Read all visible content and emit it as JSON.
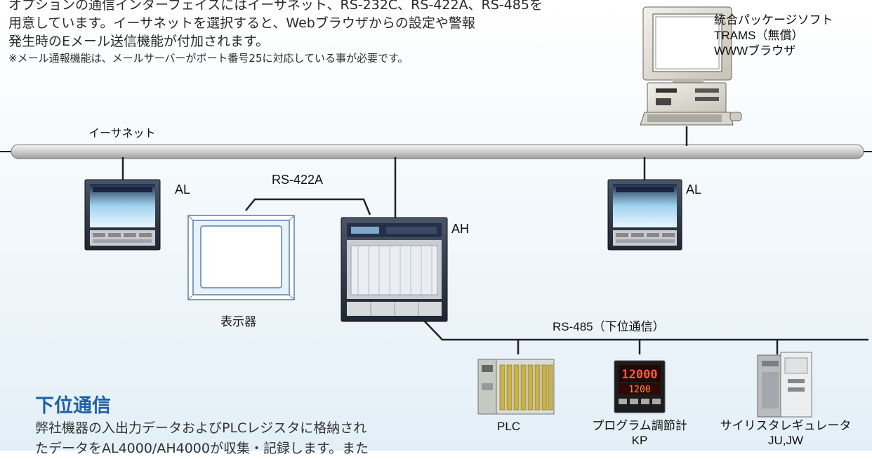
{
  "intro": {
    "line1": "オプションの通信インターフェイスにはイーサネット、RS-232C、RS-422A、RS-485を",
    "line2": "用意しています。イーサネットを選択すると、Webブラウザからの設定や警報",
    "line3": "発生時のEメール送信機能が付加されます。",
    "note": "※メール通報機能は、メールサーバーがポート番号25に対応している事が必要です。"
  },
  "pc": {
    "line1": "統合パッケージソフト",
    "line2": "TRAMS（無償）",
    "line3": "WWWブラウザ"
  },
  "network": {
    "ethernet": "イーサネット",
    "rs422": "RS-422A",
    "rs485": "RS-485（下位通信）"
  },
  "devices": {
    "al_left": "AL",
    "al_right": "AL",
    "ah": "AH",
    "display": "表示器",
    "plc": "PLC",
    "kp_line1": "プログラム調節計",
    "kp_line2": "KP",
    "thy_line1": "サイリスタレギュレータ",
    "thy_line2": "JU,JW"
  },
  "section": {
    "title": "下位通信",
    "line1": "弊社機器の入出力データおよびPLCレジスタに格納され",
    "line2": "たデータをAL4000/AH4000が収集・記録します。また"
  },
  "kp_readout": {
    "top": "12000",
    "bottom": "1200"
  },
  "colors": {
    "accent": "#1f5fa5",
    "bus": "#c8c8c8",
    "line": "#222222"
  }
}
